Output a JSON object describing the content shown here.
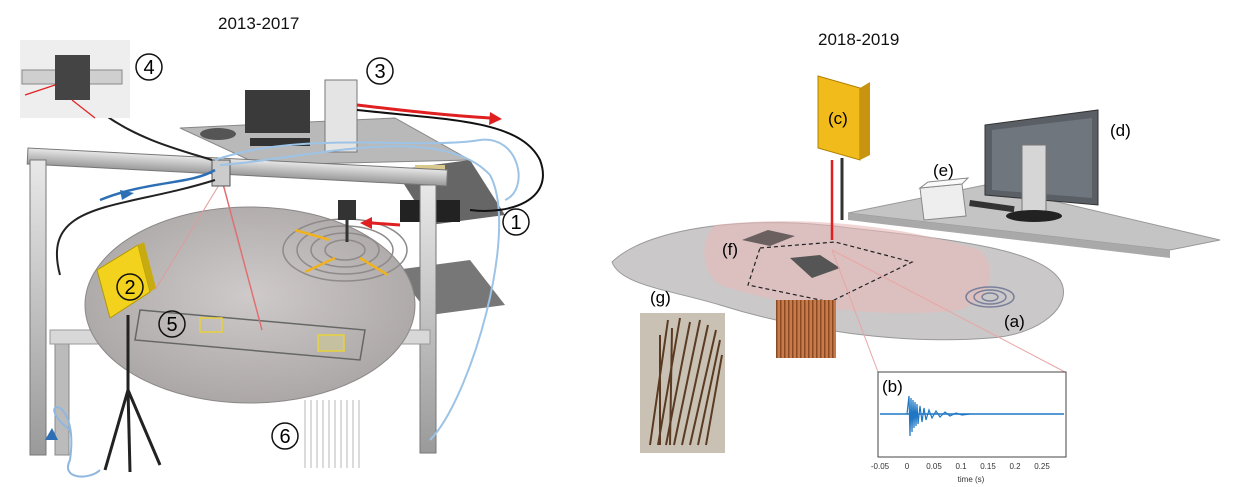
{
  "left_setup": {
    "period": "2013-2017",
    "markers": [
      {
        "id": "m1",
        "text": "1"
      },
      {
        "id": "m2",
        "text": "2"
      },
      {
        "id": "m3",
        "text": "3"
      },
      {
        "id": "m4",
        "text": "4"
      },
      {
        "id": "m5",
        "text": "5"
      },
      {
        "id": "m6",
        "text": "6"
      }
    ]
  },
  "right_setup": {
    "period": "2018-2019",
    "labels": [
      {
        "id": "a",
        "text": "(a)"
      },
      {
        "id": "b",
        "text": "(b)"
      },
      {
        "id": "c",
        "text": "(c)"
      },
      {
        "id": "d",
        "text": "(d)"
      },
      {
        "id": "e",
        "text": "(e)"
      },
      {
        "id": "f",
        "text": "(f)"
      },
      {
        "id": "g",
        "text": "(g)"
      }
    ],
    "signal_plot": {
      "x_ticks": [
        "-0.05",
        "0",
        "0.05",
        "0.1",
        "0.15",
        "0.2",
        "0.25"
      ],
      "xlabel": "time (s)"
    }
  },
  "colors": {
    "laser": "#e02020",
    "cable_blue": "#2c6fb5",
    "signal": "#1f77c4",
    "yellow_device": "#f2d21c",
    "plate": "#bdb9b9"
  }
}
